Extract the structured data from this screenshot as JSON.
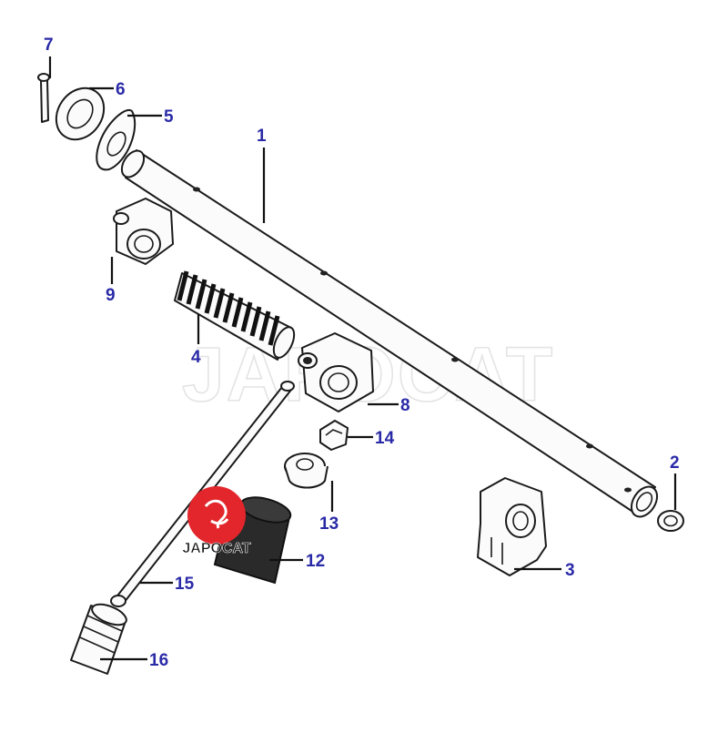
{
  "watermark": "JAPOCAT",
  "logo": {
    "text": "JAPOCAT",
    "color": "#e3262b"
  },
  "callouts": [
    {
      "id": "c1",
      "label": "1"
    },
    {
      "id": "c2",
      "label": "2"
    },
    {
      "id": "c3",
      "label": "3"
    },
    {
      "id": "c4",
      "label": "4"
    },
    {
      "id": "c5",
      "label": "5"
    },
    {
      "id": "c6",
      "label": "6"
    },
    {
      "id": "c7",
      "label": "7"
    },
    {
      "id": "c8",
      "label": "8"
    },
    {
      "id": "c9",
      "label": "9"
    },
    {
      "id": "c12",
      "label": "12"
    },
    {
      "id": "c13",
      "label": "13"
    },
    {
      "id": "c14",
      "label": "14"
    },
    {
      "id": "c15",
      "label": "15"
    },
    {
      "id": "c16",
      "label": "16"
    }
  ],
  "colors": {
    "label": "#2a2aa8",
    "ink": "#1a1a1a",
    "brand": "#e3262b"
  }
}
